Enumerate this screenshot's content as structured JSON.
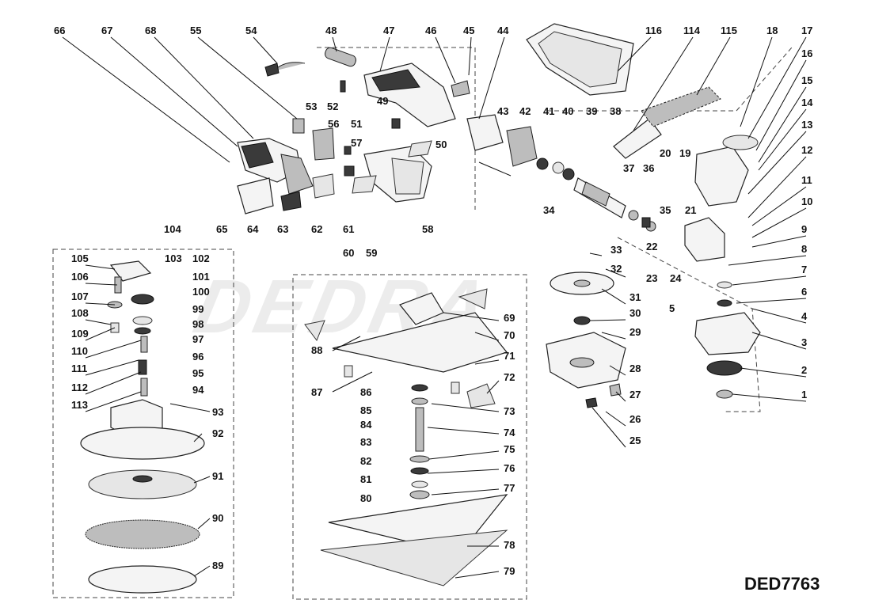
{
  "model_code": "DED7763",
  "watermark": "DEDRA",
  "part_numbers": [
    "1",
    "2",
    "3",
    "4",
    "5",
    "6",
    "7",
    "8",
    "9",
    "10",
    "11",
    "12",
    "13",
    "14",
    "15",
    "16",
    "17",
    "18",
    "19",
    "20",
    "21",
    "22",
    "23",
    "24",
    "25",
    "26",
    "27",
    "28",
    "29",
    "30",
    "31",
    "32",
    "33",
    "34",
    "35",
    "36",
    "37",
    "38",
    "39",
    "40",
    "41",
    "42",
    "43",
    "44",
    "45",
    "46",
    "47",
    "48",
    "49",
    "50",
    "51",
    "52",
    "53",
    "54",
    "55",
    "56",
    "57",
    "58",
    "59",
    "60",
    "61",
    "62",
    "63",
    "64",
    "65",
    "66",
    "67",
    "68",
    "69",
    "70",
    "71",
    "72",
    "73",
    "74",
    "75",
    "76",
    "77",
    "78",
    "79",
    "80",
    "81",
    "82",
    "83",
    "84",
    "85",
    "86",
    "87",
    "88",
    "89",
    "90",
    "91",
    "92",
    "93",
    "94",
    "95",
    "96",
    "97",
    "98",
    "99",
    "100",
    "101",
    "102",
    "103",
    "104",
    "105",
    "106",
    "107",
    "108",
    "109",
    "110",
    "111",
    "112",
    "113",
    "114",
    "115",
    "116"
  ]
}
